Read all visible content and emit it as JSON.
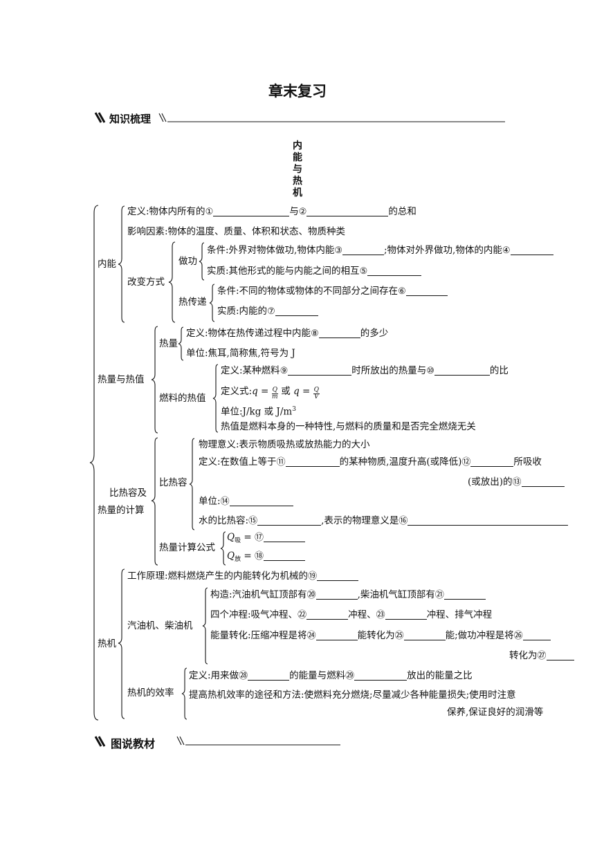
{
  "title": "章末复习",
  "sections": {
    "knowledge": "知识梳理",
    "textbook": "图说教材"
  },
  "root_vertical": [
    "内",
    "能",
    "与",
    "热",
    "机"
  ],
  "groups": {
    "neineng": "内能",
    "reliang_rezhi": "热量与热值",
    "birongre_1": "比热容及",
    "birongre_2": "热量的计算",
    "reji": "热机"
  },
  "neineng": {
    "def_a": "定义:物体内所有的",
    "n1": "①",
    "def_b": "与",
    "n2": "②",
    "def_c": "的总和",
    "factors": "影响因素:物体的温度、质量、体积和状态、物质种类",
    "change": "改变方式",
    "work": "做功",
    "work_cond_a": "条件:外界对物体做功,物体内能",
    "n3": "③",
    "work_cond_b": ";物体对外界做功,物体的内能",
    "n4": "④",
    "work_ess": "实质:其他形式的能与内能之间的相互",
    "n5": "⑤",
    "heat": "热传递",
    "heat_cond": "条件:不同的物体或物体的不同部分之间存在",
    "n6": "⑥",
    "heat_ess": "实质:内能的",
    "n7": "⑦"
  },
  "reliang": {
    "heat": "热量",
    "def_a": "定义:物体在热传递过程中内能",
    "n8": "⑧",
    "def_b": "的多少",
    "unit": "单位:焦耳,简称焦,符号为 J",
    "fuel": "燃料的热值",
    "fdef_a": "定义:某种燃料",
    "n9": "⑨",
    "fdef_b": "时所放出的热量与",
    "n10": "⑩",
    "fdef_c": "的比",
    "formula_label": "定义式:",
    "q": "q",
    "eq": " = ",
    "fQ": "Q",
    "fm": "m",
    "or": " 或 ",
    "fV": "V",
    "funit": "单位:J/kg 或 J/m",
    "cube": "3",
    "fnote": "热值是燃料本身的一种特性,与燃料的质量和是否完全燃烧无关"
  },
  "birongre": {
    "label": "比热容",
    "phys": "物理意义:表示物质吸热或放热能力的大小",
    "def_a": "定义:在数值上等于",
    "n11": "⑪",
    "def_b": "的某种物质,温度升高(或降低)",
    "n12": "⑫",
    "def_c": "所吸收",
    "def_d": "(或放出)的",
    "n13": "⑬",
    "unit": "单位:",
    "n14": "⑭",
    "water_a": "水的比热容:",
    "n15": "⑮",
    "water_b": ",表示的物理意义是",
    "n16": "⑯",
    "formula": "热量计算公式",
    "Q": "Q",
    "absorb": "吸",
    "release": "放",
    "eq": " = ",
    "n17": "⑰",
    "n18": "⑱"
  },
  "reji": {
    "principle": "工作原理:燃料燃烧产生的内能转化为机械的",
    "n19": "⑲",
    "engines": "汽油机、柴油机",
    "struct_a": "构造:汽油机气缸顶部有",
    "n20": "⑳",
    "struct_b": ",柴油机气缸顶部有",
    "n21": "㉑",
    "strokes_a": "四个冲程:吸气冲程、",
    "n22": "㉒",
    "strokes_b": "冲程、",
    "n23": "㉓",
    "strokes_c": "冲程、排气冲程",
    "energy_a": "能量转化:压缩冲程是将",
    "n24": "㉔",
    "energy_b": "能转化为",
    "n25": "㉕",
    "energy_c": "能;做功冲程是将",
    "n26": "㉖",
    "energy_d": "转化为",
    "n27": "㉗",
    "eff": "热机的效率",
    "eff_def_a": "定义:用来做",
    "n28": "㉘",
    "eff_def_b": "的能量与燃料",
    "n29": "㉙",
    "eff_def_c": "放出的能量之比",
    "eff_improve_1": "提高热机效率的途径和方法:使燃料充分燃烧;尽量减少各种能量损失;使用时注意",
    "eff_improve_2": "保养,保证良好的润滑等"
  }
}
